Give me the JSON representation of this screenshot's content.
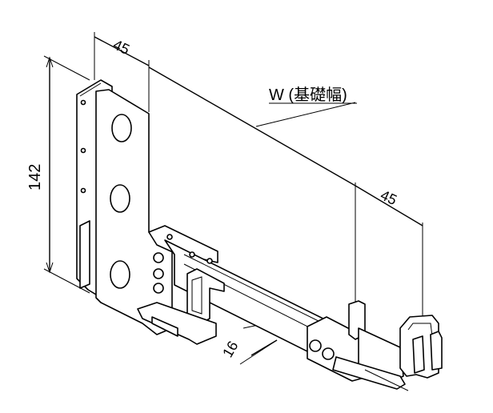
{
  "dimensions": {
    "top_left_width": "45",
    "height": "142",
    "foundation_width": "W (基礎幅)",
    "right_width": "45",
    "lower_offset": "16"
  }
}
